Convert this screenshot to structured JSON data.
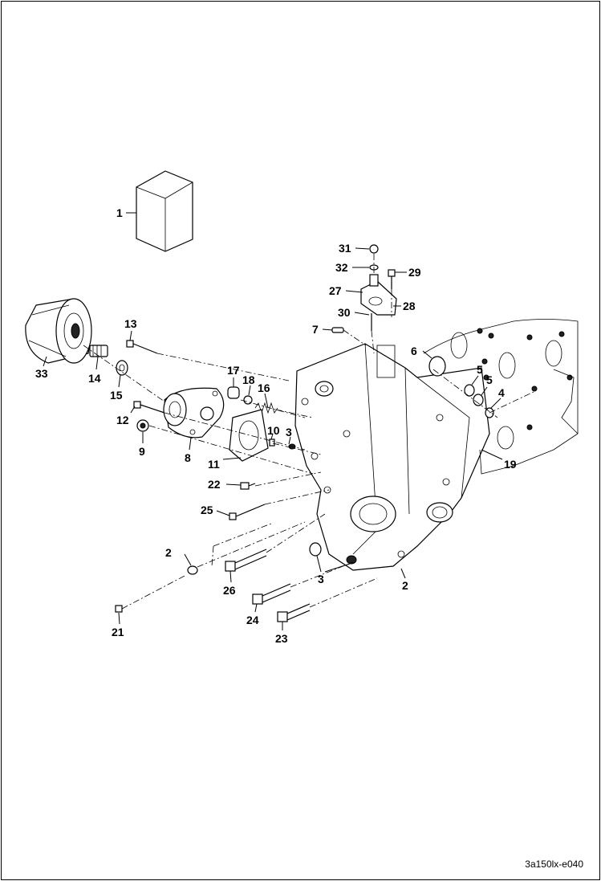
{
  "drawing_id": "3a150lx-e040",
  "callouts": [
    {
      "id": "c1",
      "text": "1"
    },
    {
      "id": "c2",
      "text": "2"
    },
    {
      "id": "c3a",
      "text": "3"
    },
    {
      "id": "c3b",
      "text": "3"
    },
    {
      "id": "c2b",
      "text": "2"
    },
    {
      "id": "c4",
      "text": "4"
    },
    {
      "id": "c5a",
      "text": "5"
    },
    {
      "id": "c5b",
      "text": "5"
    },
    {
      "id": "c6",
      "text": "6"
    },
    {
      "id": "c7",
      "text": "7"
    },
    {
      "id": "c8",
      "text": "8"
    },
    {
      "id": "c9",
      "text": "9"
    },
    {
      "id": "c10",
      "text": "10"
    },
    {
      "id": "c11",
      "text": "11"
    },
    {
      "id": "c12",
      "text": "12"
    },
    {
      "id": "c13",
      "text": "13"
    },
    {
      "id": "c14",
      "text": "14"
    },
    {
      "id": "c15",
      "text": "15"
    },
    {
      "id": "c16",
      "text": "16"
    },
    {
      "id": "c17",
      "text": "17"
    },
    {
      "id": "c18",
      "text": "18"
    },
    {
      "id": "c19",
      "text": "19"
    },
    {
      "id": "c21",
      "text": "21"
    },
    {
      "id": "c22",
      "text": "22"
    },
    {
      "id": "c23",
      "text": "23"
    },
    {
      "id": "c24",
      "text": "24"
    },
    {
      "id": "c25",
      "text": "25"
    },
    {
      "id": "c26",
      "text": "26"
    },
    {
      "id": "c27",
      "text": "27"
    },
    {
      "id": "c28",
      "text": "28"
    },
    {
      "id": "c29",
      "text": "29"
    },
    {
      "id": "c30",
      "text": "30"
    },
    {
      "id": "c31",
      "text": "31"
    },
    {
      "id": "c32",
      "text": "32"
    },
    {
      "id": "c33",
      "text": "33"
    }
  ]
}
